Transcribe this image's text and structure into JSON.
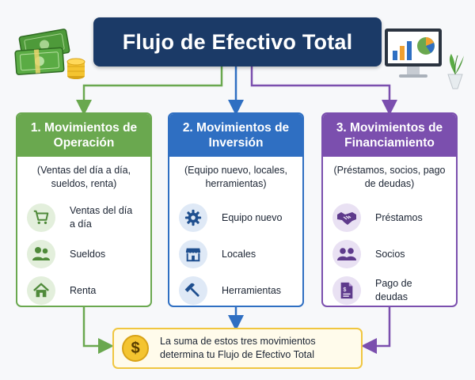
{
  "title": "Flujo de Efectivo Total",
  "columns": [
    {
      "heading": "1. Movimientos de Operación",
      "subtitle": "(Ventas del día a día, sueldos, renta)",
      "items": [
        {
          "label": "Ventas del día a día",
          "icon": "shopping-cart-icon"
        },
        {
          "label": "Sueldos",
          "icon": "people-icon"
        },
        {
          "label": "Renta",
          "icon": "house-icon"
        }
      ]
    },
    {
      "heading": "2. Movimientos de Inversión",
      "subtitle": "(Equipo nuevo, locales, herramientas)",
      "items": [
        {
          "label": "Equipo nuevo",
          "icon": "gear-icon"
        },
        {
          "label": "Locales",
          "icon": "storefront-icon"
        },
        {
          "label": "Herramientas",
          "icon": "hammer-icon"
        }
      ]
    },
    {
      "heading": "3. Movimientos de Financiamiento",
      "subtitle": "(Préstamos, socios, pago de deudas)",
      "items": [
        {
          "label": "Préstamos",
          "icon": "handshake-icon"
        },
        {
          "label": "Socios",
          "icon": "partners-icon"
        },
        {
          "label": "Pago de deudas",
          "icon": "invoice-icon"
        }
      ]
    }
  ],
  "summary": {
    "text_line1": "La suma de estos tres movimientos",
    "text_line2": "determina tu Flujo de Efectivo Total",
    "icon_symbol": "$",
    "icon": "dollar-coin-icon"
  },
  "colors": {
    "title": "#1b3a67",
    "operacion": "#6aa84f",
    "inversion": "#2f6fc2",
    "financiamiento": "#7b4fae",
    "summary_border": "#f0c640"
  },
  "decorations": [
    "money-stack-icon",
    "computer-chart-icon"
  ]
}
